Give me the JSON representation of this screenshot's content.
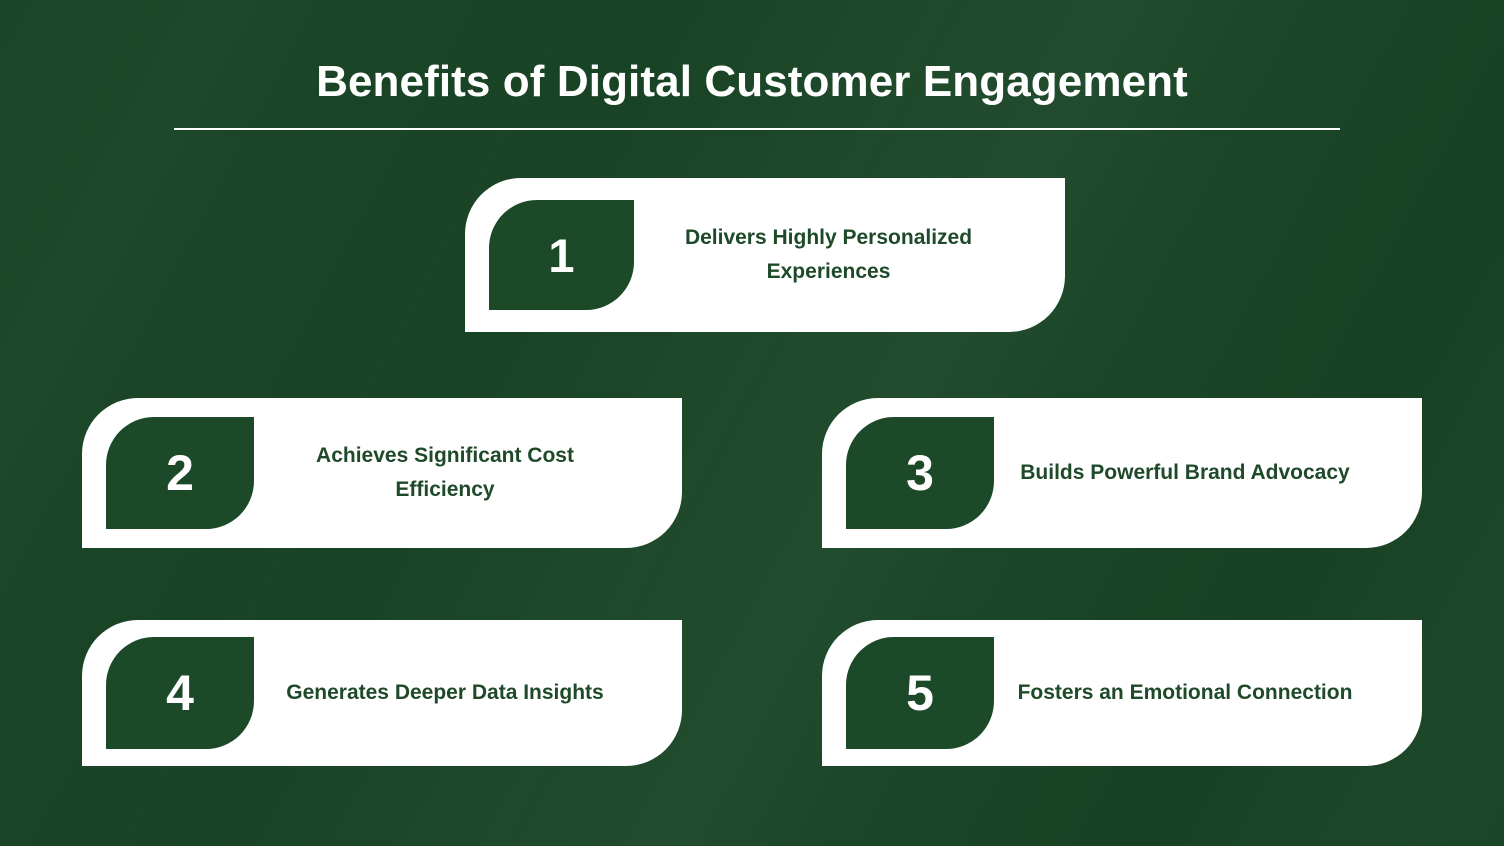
{
  "header": {
    "title": "Benefits of Digital Customer Engagement"
  },
  "colors": {
    "background_green": "#1a4526",
    "badge_green": "#1c4a28",
    "card_white": "#ffffff",
    "label_green": "#1f4a2a",
    "title_white": "#ffffff"
  },
  "cards": [
    {
      "number": "1",
      "label": "Delivers Highly Personalized Experiences"
    },
    {
      "number": "2",
      "label": "Achieves Significant Cost Efficiency"
    },
    {
      "number": "3",
      "label": "Builds Powerful Brand Advocacy"
    },
    {
      "number": "4",
      "label": "Generates Deeper Data Insights"
    },
    {
      "number": "5",
      "label": "Fosters an Emotional Connection"
    }
  ]
}
